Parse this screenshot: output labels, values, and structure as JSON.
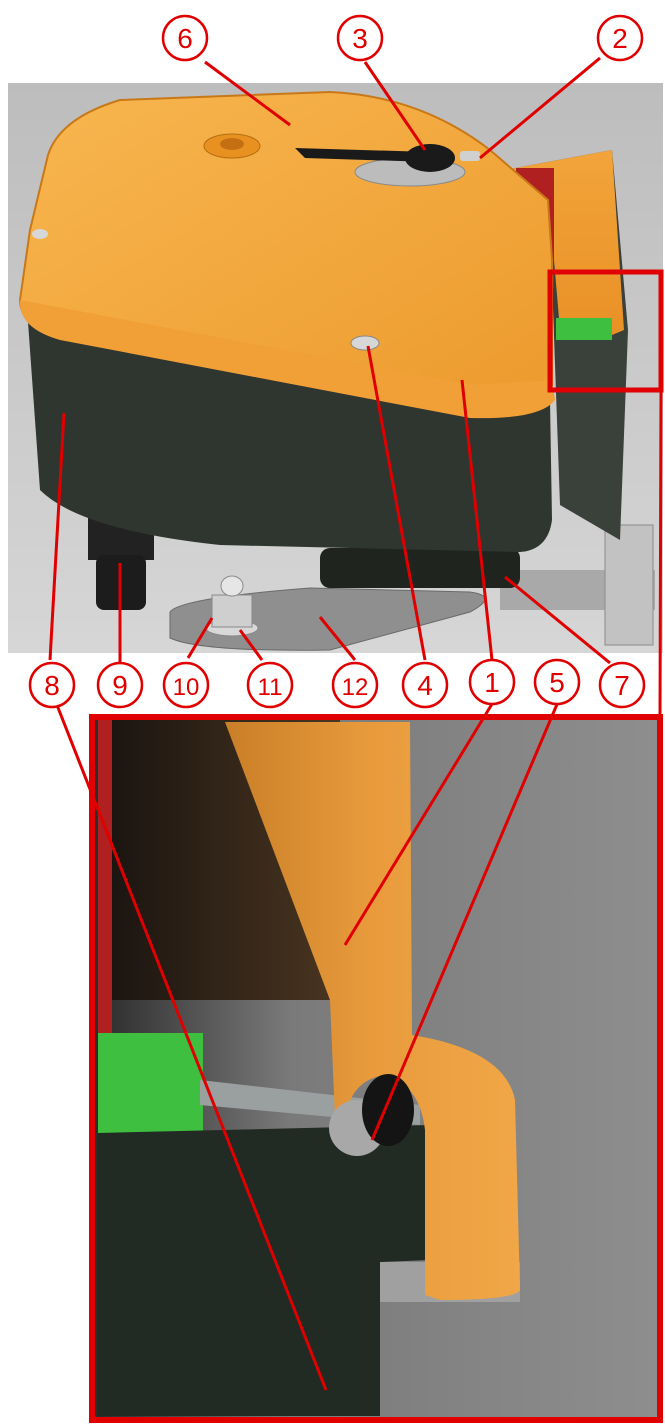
{
  "diagram": {
    "callouts": [
      {
        "id": "c1",
        "label": "1"
      },
      {
        "id": "c2",
        "label": "2"
      },
      {
        "id": "c3",
        "label": "3"
      },
      {
        "id": "c4",
        "label": "4"
      },
      {
        "id": "c5",
        "label": "5"
      },
      {
        "id": "c6",
        "label": "6"
      },
      {
        "id": "c7",
        "label": "7"
      },
      {
        "id": "c8",
        "label": "8"
      },
      {
        "id": "c9",
        "label": "9"
      },
      {
        "id": "c10",
        "label": "10"
      },
      {
        "id": "c11",
        "label": "11"
      },
      {
        "id": "c12",
        "label": "12"
      }
    ],
    "colors": {
      "callout": "#e00000",
      "cover": "#f6a53a",
      "housing": "#2c332c",
      "seal": "#3fbf3f",
      "gasket": "#b02020",
      "background": "#c8c8c8"
    }
  }
}
